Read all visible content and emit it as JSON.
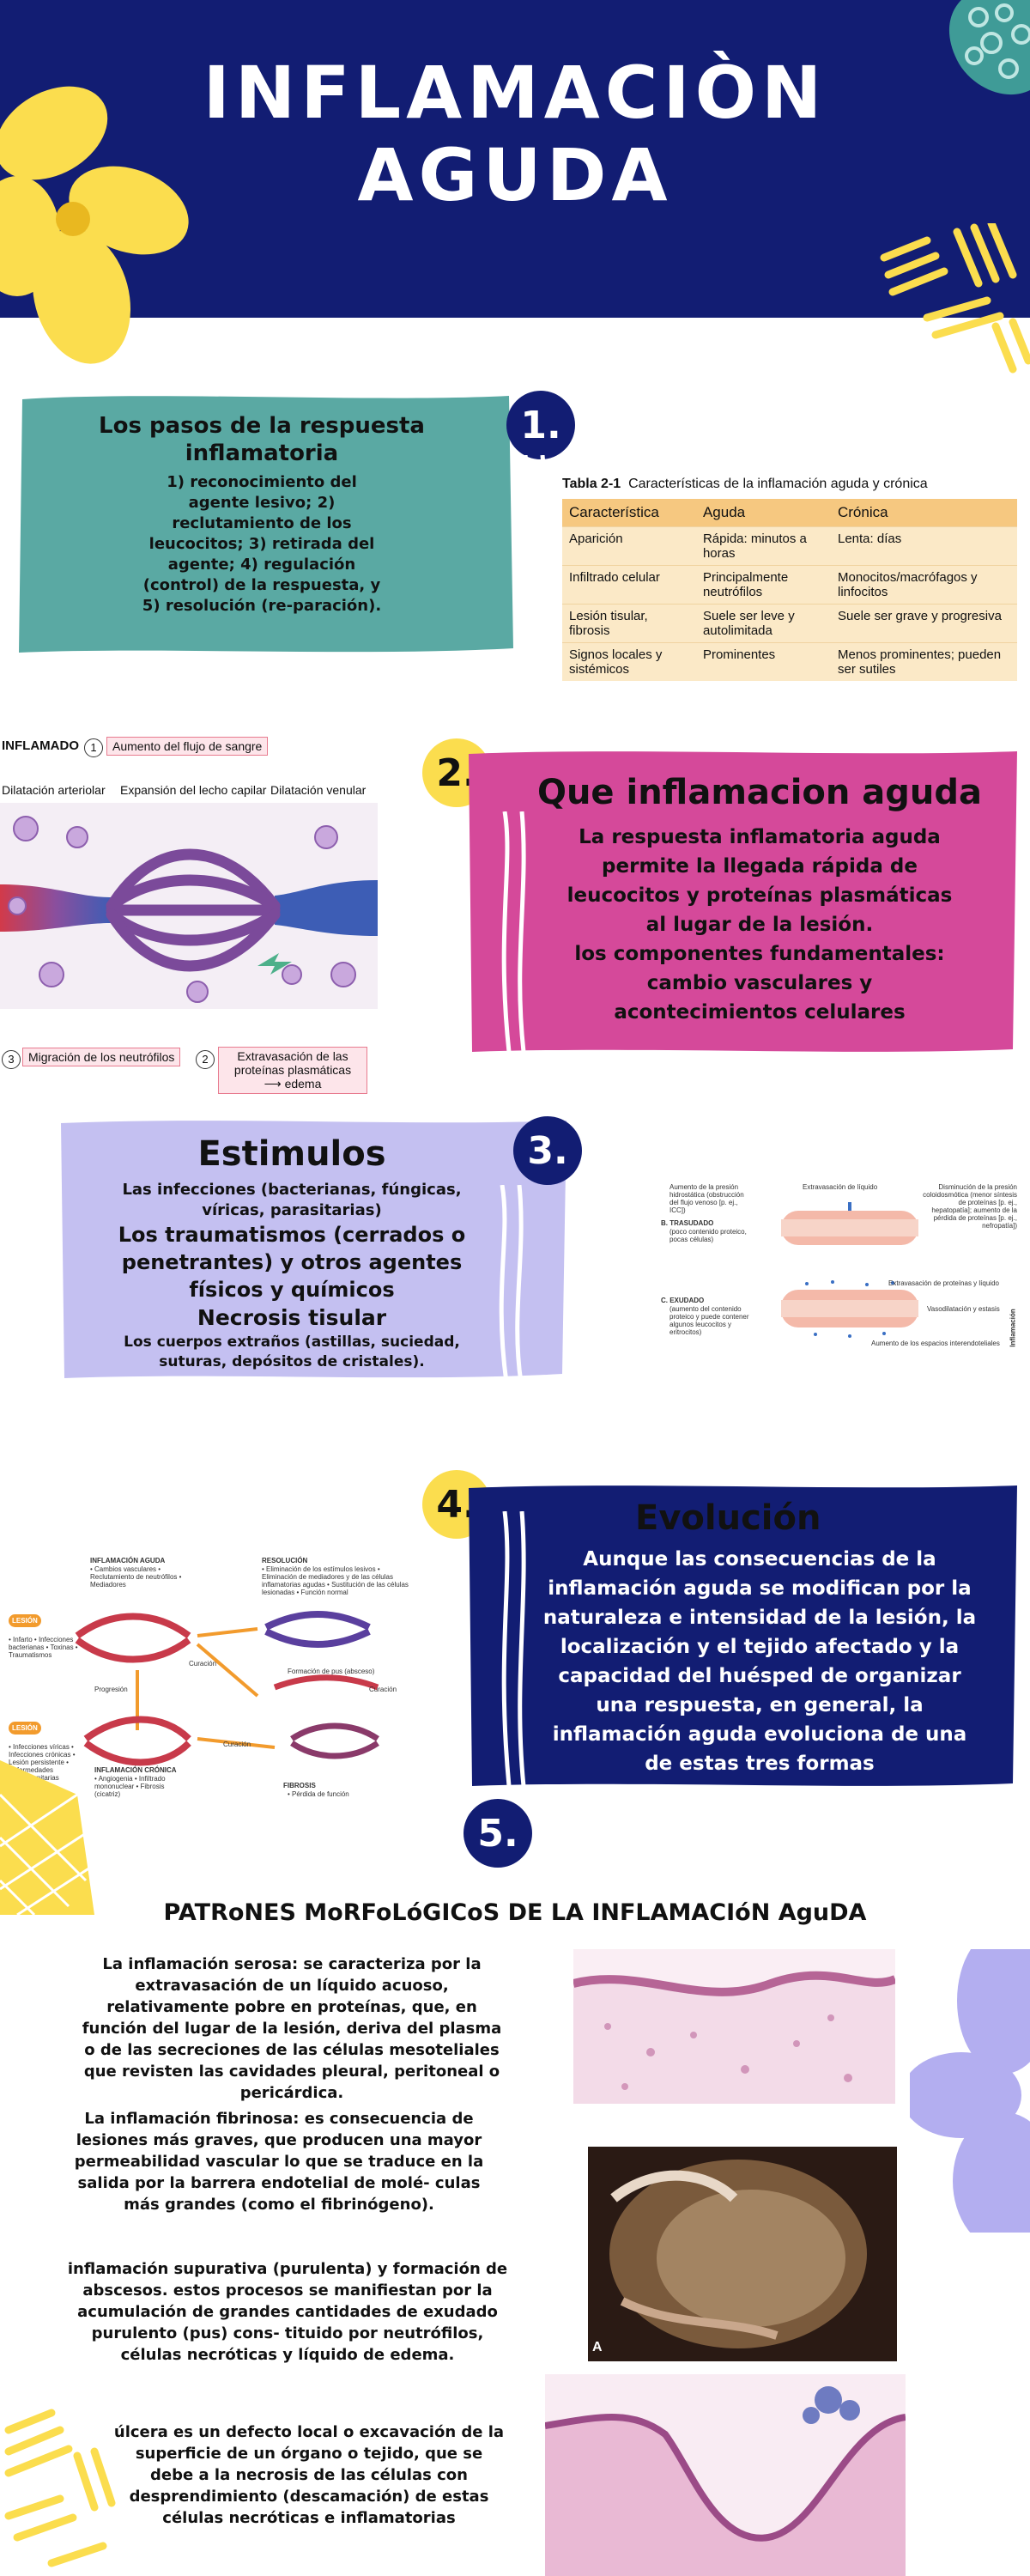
{
  "header": {
    "title_line1": "Inflamaciòn",
    "title_line2": "Aguda"
  },
  "section1": {
    "number": "1.",
    "title": "Los pasos de la respuesta inflamatoria",
    "text": "1) reconocimiento del agente lesivo; 2) reclutamiento de los leucocitos; 3) retirada del agente; 4) regulación (control) de la respuesta, y 5) resolución (re-paración).",
    "table": {
      "caption_bold": "Tabla 2-1",
      "caption": "Características de la inflamación aguda y crónica",
      "headers": [
        "Característica",
        "Aguda",
        "Crónica"
      ],
      "rows": [
        [
          "Aparición",
          "Rápida: minutos a horas",
          "Lenta: días"
        ],
        [
          "Infiltrado celular",
          "Principalmente neutrófilos",
          "Monocitos/macrófagos y linfocitos"
        ],
        [
          "Lesión tisular, fibrosis",
          "Suele ser leve y autolimitada",
          "Suele ser grave y progresiva"
        ],
        [
          "Signos locales y sistémicos",
          "Prominentes",
          "Menos prominentes; pueden ser sutiles"
        ]
      ]
    }
  },
  "section2": {
    "number": "2.",
    "title": "Que inflamacion aguda",
    "text1": "La respuesta inflamatoria aguda permite la llegada rápida de leucocitos y proteínas plasmáticas al lugar de la lesión.",
    "text2": "los componentes fundamentales: cambio vasculares y acontecimientos celulares",
    "diagram": {
      "label_main": "INFLAMADO",
      "n1": "1",
      "label1": "Aumento del flujo de sangre",
      "dil_art": "Dilatación arteriolar",
      "exp": "Expansión del lecho capilar",
      "dil_ven": "Dilatación venular",
      "n3": "3",
      "label3": "Migración de los neutrófilos",
      "n2": "2",
      "label2": "Extravasación de las proteínas plasmáticas ⟶ edema"
    }
  },
  "section3": {
    "number": "3.",
    "title": "Estimulos",
    "item1": "Las infecciones (bacterianas, fúngicas, víricas, parasitarias)",
    "item2": "Los traumatismos (cerrados o penetrantes) y otros agentes físicos y químicos",
    "item3": "Necrosis tisular",
    "item4": "Los cuerpos extraños (astillas, suciedad, suturas, depósitos de cristales).",
    "fig": {
      "b_label": "B. TRASUDADO",
      "b_sub": "(poco contenido proteico, pocas células)",
      "c_label": "C. EXUDADO",
      "c_sub": "(aumento del contenido proteico y puede contener algunos leucocitos y eritrocitos)",
      "top1": "Aumento de la presión hidrostática (obstrucción del flujo venoso [p. ej., ICC])",
      "top2": "Extravasación de líquido",
      "top3": "Disminución de la presión coloidosmótica (menor síntesis de proteínas [p. ej., hepatopatía]; aumento de la pérdida de proteínas [p. ej., nefropatía])",
      "c1": "Extravasación de proteínas y líquido",
      "c2": "Vasodilatación y estasis",
      "c3": "Aumento de los espacios interendoteliales",
      "side": "Inflamación"
    }
  },
  "section4": {
    "number": "4.",
    "title": "Evolución",
    "text": "Aunque las consecuencias de la inflamación aguda se modifican por la naturaleza e intensidad de la lesión, la localización y el tejido afectado y la capacidad del huésped de organizar una respuesta, en general, la inflamación aguda evoluciona de una de estas tres formas",
    "diagram": {
      "acute": "INFLAMACIÓN AGUDA",
      "acute_list": "• Cambios vasculares • Reclutamiento de neutrófilos • Mediadores",
      "resolution": "RESOLUCIÓN",
      "resolution_list": "• Eliminación de los estímulos lesivos • Eliminación de mediadores y de las células inflamatorias agudas • Sustitución de las células lesionadas • Función normal",
      "lesion": "LESIÓN",
      "lesion_list": "• Infarto • Infecciones bacterianas • Toxinas • Traumatismos",
      "abscess": "Formación de pus (absceso)",
      "progress": "Progresión",
      "heal1": "Curación",
      "heal2": "Curación",
      "heal3": "Curación",
      "lesion2": "LESIÓN",
      "lesion2_list": "• Infecciones víricas • Infecciones crónicas • Lesión persistente • Enfermedades autoinmunitarias",
      "chronic": "INFLAMACIÓN CRÓNICA",
      "chronic_list": "• Angiogenia • Infiltrado mononuclear • Fibrosis (cicatriz)",
      "fibrosis": "FIBROSIS",
      "fibrosis_list": "• Pérdida de función"
    }
  },
  "section5": {
    "number": "5.",
    "title": "PATRoNES MoRFoLóGICoS DE LA INFLAMACIóN AguDA",
    "p1": "La inflamación serosa: se caracteriza por la extravasación de un líquido acuoso, relativamente pobre en proteínas, que, en función del lugar de la lesión, deriva del plasma o de las secreciones de las células mesoteliales que revisten las cavidades pleural, peritoneal o pericárdica.",
    "p2": "La inflamación fibrinosa: es consecuencia de lesiones más graves, que producen una mayor permeabilidad vascular lo que se traduce en la salida por la barrera endotelial de molé- culas más grandes (como el fibrinógeno).",
    "p3": "inflamación supurativa (purulenta) y formación de abscesos. estos procesos se manifiestan por la acumulación de grandes cantidades de exudado purulento (pus) cons- tituido por neutrófilos, células necróticas y líquido de edema.",
    "p4": "úlcera es un defecto local o excavación de la superficie de un órgano o tejido, que se debe a la necrosis de las células con desprendimiento (descamación) de estas células necróticas e inflamatorias",
    "photo_label": "A"
  }
}
